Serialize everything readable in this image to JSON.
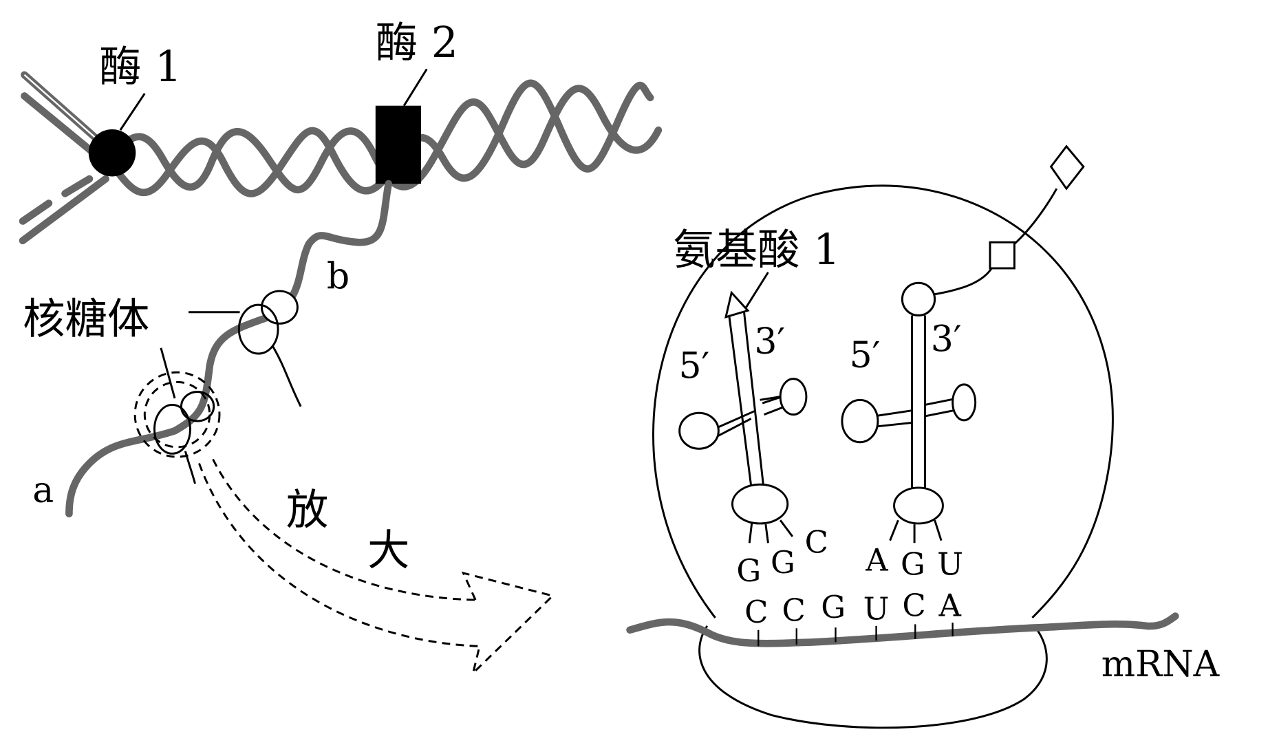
{
  "labels": {
    "enzyme1": "酶 1",
    "enzyme2": "酶 2",
    "ribosome": "核糖体",
    "strand_b": "b",
    "strand_a": "a",
    "magnify_1": "放",
    "magnify_2": "大",
    "amino_acid_1": "氨基酸 1",
    "mrna": "mRNA"
  },
  "trna_left": {
    "five_prime": "5′",
    "three_prime": "3′",
    "anticodon": [
      "G",
      "G",
      "C"
    ]
  },
  "trna_right": {
    "five_prime": "5′",
    "three_prime": "3′",
    "anticodon": [
      "A",
      "G",
      "U"
    ]
  },
  "codons": [
    "C",
    "C",
    "G",
    "U",
    "C",
    "A"
  ],
  "colors": {
    "strand": "#666666",
    "ink": "#000000"
  }
}
